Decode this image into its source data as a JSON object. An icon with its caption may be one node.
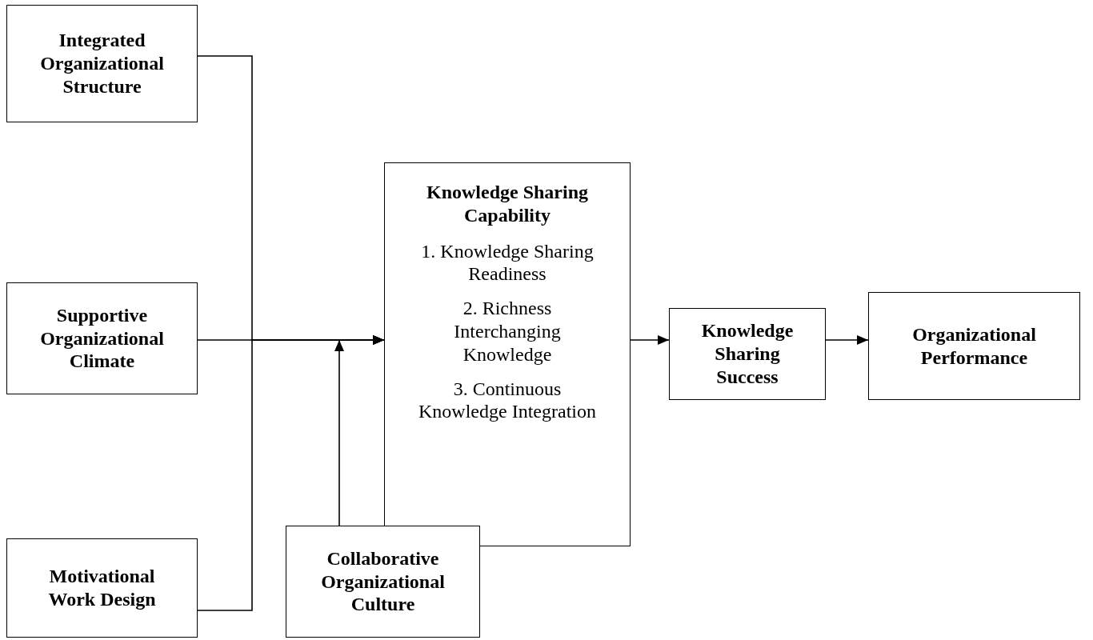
{
  "diagram": {
    "nodes": [
      {
        "text": [
          "Integrated Organizational Structure"
        ]
      },
      {
        "text": [
          "Supportive Organizational Climate"
        ]
      },
      {
        "text": [
          "Motivational Work Design"
        ]
      },
      {
        "text": [
          "Knowledge Sharing Capability",
          "1. Knowledge Sharing Readiness",
          "2. Richness Interchanging Knowledge",
          "3. Continuous Knowledge Integration"
        ]
      },
      {
        "text": [
          "Collaborative Organizational Culture"
        ]
      },
      {
        "text": [
          "Knowledge Sharing Success"
        ]
      },
      {
        "text": [
          "Organizational Performance"
        ]
      }
    ],
    "edges": [
      {
        "from": 0,
        "to": 3,
        "arrow": "to"
      },
      {
        "from": 1,
        "to": 3,
        "arrow": "to"
      },
      {
        "from": 2,
        "to": 3,
        "arrow": "to"
      },
      {
        "from": 4,
        "to": 3,
        "arrow": "to"
      },
      {
        "from": 3,
        "to": 5,
        "arrow": "to"
      },
      {
        "from": 5,
        "to": 6,
        "arrow": "to"
      }
    ]
  }
}
